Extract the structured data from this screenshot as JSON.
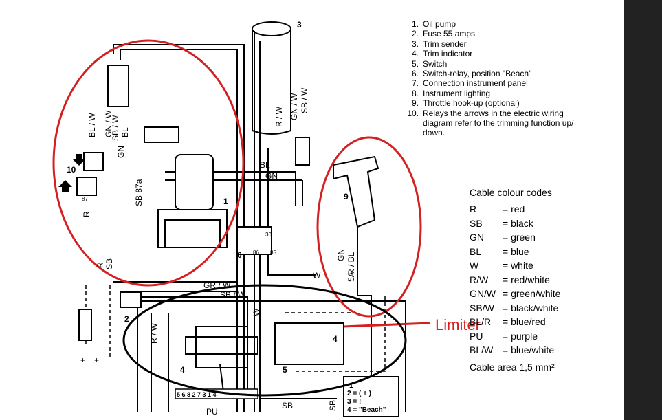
{
  "legend": [
    {
      "num": "1.",
      "text": "Oil pump"
    },
    {
      "num": "2.",
      "text": "Fuse 55 amps"
    },
    {
      "num": "3.",
      "text": "Trim sender"
    },
    {
      "num": "4.",
      "text": "Trim indicator"
    },
    {
      "num": "5.",
      "text": "Switch"
    },
    {
      "num": "6.",
      "text": "Switch-relay, position \"Beach\""
    },
    {
      "num": "7.",
      "text": "Connection instrument panel"
    },
    {
      "num": "8.",
      "text": "Instrument lighting"
    },
    {
      "num": "9.",
      "text": "Throttle hook-up (optional)"
    },
    {
      "num": "10.",
      "text": "Relays the arrows in the electric wiring diagram refer to the trimming function up/ down."
    }
  ],
  "cable_codes": {
    "title": "Cable colour codes",
    "rows": [
      {
        "code": "R",
        "value": "= red"
      },
      {
        "code": "SB",
        "value": "= black"
      },
      {
        "code": "GN",
        "value": "= green"
      },
      {
        "code": "BL",
        "value": "= blue"
      },
      {
        "code": "W",
        "value": "= white"
      },
      {
        "code": "R/W",
        "value": "= red/white"
      },
      {
        "code": "GN/W",
        "value": "= green/white"
      },
      {
        "code": "SB/W",
        "value": "= black/white"
      },
      {
        "code": "BL/R",
        "value": "= blue/red"
      },
      {
        "code": "PU",
        "value": "= purple"
      },
      {
        "code": "BL/W",
        "value": "= blue/white"
      }
    ],
    "area": "Cable area 1,5 mm²"
  },
  "annotation": {
    "limiter": "Limiter"
  },
  "labels": {
    "n1": "1",
    "n2": "2",
    "n3": "3",
    "n4": "4",
    "n5": "5",
    "n6": "6",
    "n9": "9",
    "n10": "10",
    "bl": "BL",
    "gn": "GN",
    "grw": "GR / W",
    "sbw": "SB / W",
    "rw_top": "R / W",
    "gnw_top": "GN / W",
    "sbw_top": "SB / W",
    "w1": "W",
    "w2": "W",
    "rw_box": "R / W",
    "sb_bottom": "SB",
    "pu_bottom": "PU",
    "sb_right": "SB",
    "gn_9": "GN",
    "rbl_9": "R / BL",
    "sa_9": "5A",
    "blw_left": "BL / W",
    "gnw_left": "GN / W",
    "sbw_left": "SB / W",
    "bl_left": "BL",
    "gn_left": "GN",
    "r_left": "R",
    "sb_left": "SB",
    "r2_left": "R",
    "n30": "30",
    "n85": "85",
    "n86": "86",
    "n87": "87",
    "n87a": "87a",
    "sb87a": "SB 87a",
    "plus1": "+",
    "plus2": "+",
    "beach1": "1",
    "beach2": "2 = ( + )",
    "beach3": "3 = !",
    "beach4": "4 = \"Beach\"",
    "term": "5 6 8 2 7 3 1 4"
  }
}
